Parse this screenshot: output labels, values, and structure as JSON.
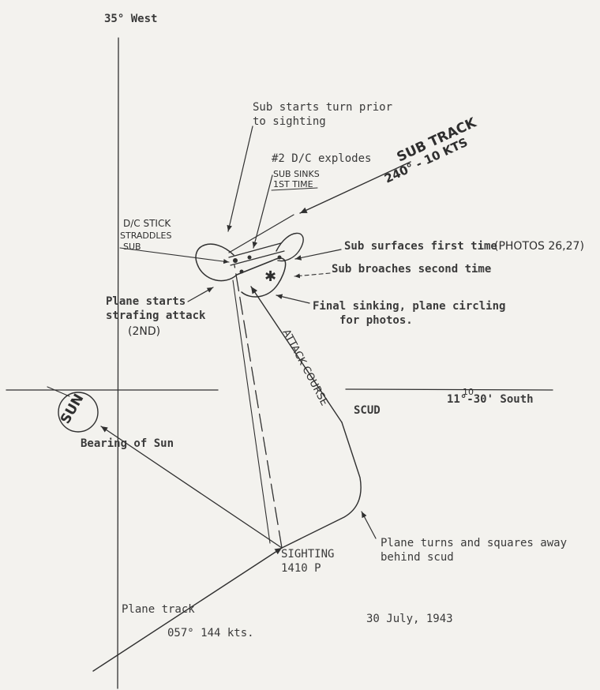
{
  "title": "",
  "colors": {
    "paper": "#f3f2ee",
    "ink": "#303030",
    "pencil": "#2e2e2e"
  },
  "labels": {
    "meridian": "35° West",
    "parallel": "11°-30' South",
    "parallel_note": "10",
    "sub_turn_line1": "Sub starts turn prior",
    "sub_turn_line2": "to sighting",
    "dc2_explodes": "#2 D/C explodes",
    "sub_sinks_line1": "SUB SINKS",
    "sub_sinks_line2": "1ST TIME",
    "sub_track_line1": "SUB TRACK",
    "sub_track_line2": "240° - 10 KTS",
    "dc_stick_line1": "D/C STICK",
    "dc_stick_line2": "STRADDLES",
    "dc_stick_line3": "SUB",
    "sub_surfaces": "Sub surfaces first time",
    "photos": "(PHOTOS 26,27)",
    "sub_broaches": "Sub broaches second time",
    "plane_strafe_line1": "Plane starts",
    "plane_strafe_line2": "strafing attack",
    "plane_strafe_line3": "(2ND)",
    "final_sinking_line1": "Final sinking, plane circling",
    "final_sinking_line2": "for photos.",
    "attack_course": "ATTACK COURSE",
    "sun": "SUN",
    "bearing_of_sun": "Bearing of Sun",
    "scud": "SCUD",
    "sighting": "SIGHTING",
    "sighting_time": "1410 P",
    "plane_turns_line1": "Plane turns and squares away",
    "plane_turns_line2": "behind scud",
    "plane_track": "Plane track",
    "plane_heading": "057° 144 kts.",
    "date": "30 July, 1943"
  }
}
